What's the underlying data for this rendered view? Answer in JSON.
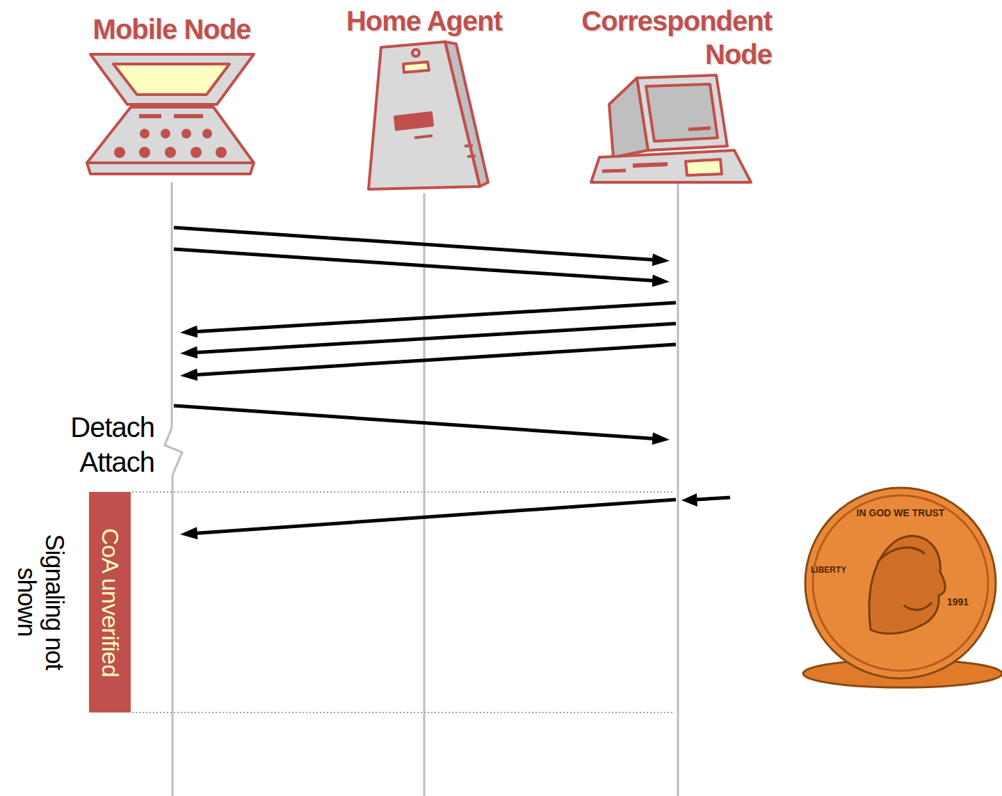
{
  "diagram": {
    "nodes": [
      {
        "text": [
          "Mobile Node"
        ]
      },
      {
        "text": [
          "Home Agent"
        ]
      },
      {
        "text": [
          "Correspondent Node"
        ]
      },
      {
        "text": [
          "CoA unverified"
        ]
      }
    ],
    "edges": [
      {
        "from": 0,
        "to": 2,
        "arrow": "to"
      },
      {
        "from": 0,
        "to": 2,
        "arrow": "to"
      },
      {
        "from": 2,
        "to": 0,
        "arrow": "to"
      },
      {
        "from": 2,
        "to": 0,
        "arrow": "to"
      },
      {
        "from": 2,
        "to": 0,
        "arrow": "to"
      },
      {
        "from": 0,
        "to": 2,
        "arrow": "to"
      },
      {
        "from": 2,
        "to": 0,
        "arrow": "to"
      }
    ],
    "labels": [
      "Detach",
      "Attach",
      "Signaling not shown",
      "IN GOD WE TRUST",
      "LIBERTY",
      "1991"
    ]
  }
}
